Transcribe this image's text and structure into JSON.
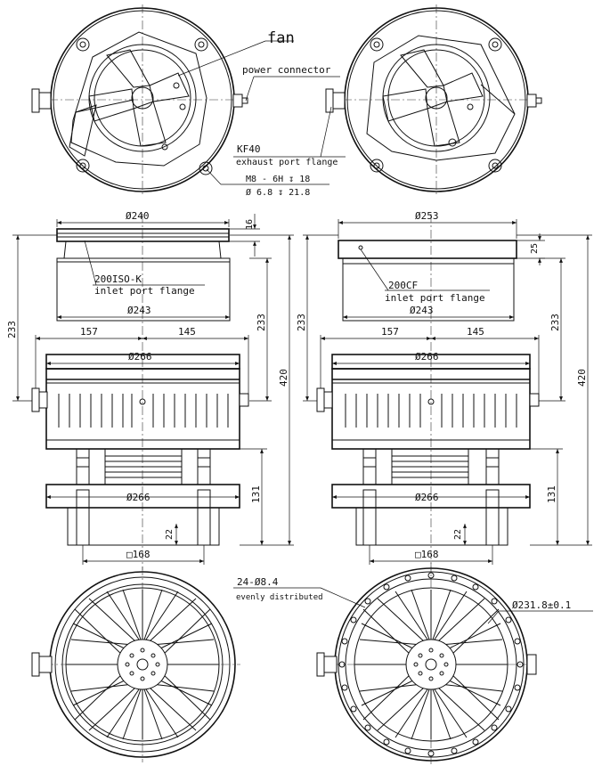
{
  "labels": {
    "fan": "fan",
    "power_connector": "power connector",
    "kf40": "KF40",
    "exhaust_port_flange": "exhaust port flange",
    "thread_line1": "M8 - 6H ↧ 18",
    "thread_line2": "Ø 6.8 ↧ 21.8",
    "iso_k": "200ISO-K",
    "inlet_left": "inlet port flange",
    "cf": "200CF",
    "inlet_right": "inlet port flange",
    "holes": "24-Ø8.4",
    "evenly": "evenly distributed",
    "bolt_circle": "Ø231.8±0.1"
  },
  "dims_left": {
    "d240": "Ø240",
    "h16": "16",
    "d243": "Ø243",
    "h233_outer": "233",
    "h233_inner": "233",
    "w157": "157",
    "w145": "145",
    "d266": "Ø266",
    "h420": "420",
    "d266_base": "Ø266",
    "h131": "131",
    "h22": "22",
    "sq168": "□168"
  },
  "dims_right": {
    "d253": "Ø253",
    "h25": "25",
    "d243": "Ø243",
    "h233_outer": "233",
    "h233_inner": "233",
    "w157": "157",
    "w145": "145",
    "d266": "Ø266",
    "h420": "420",
    "d266_base": "Ø266",
    "h131": "131",
    "h22": "22",
    "sq168": "□168"
  }
}
